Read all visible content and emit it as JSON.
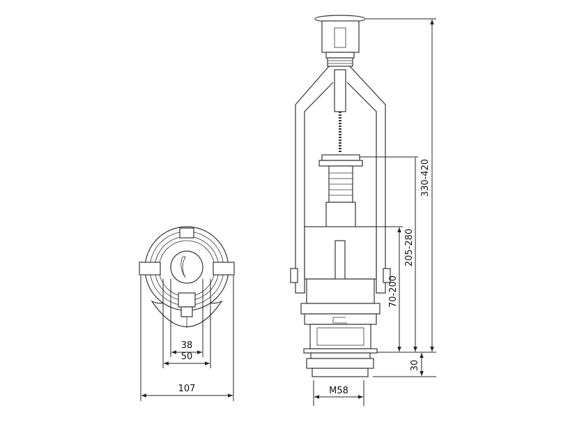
{
  "dimensions": {
    "inner_width": "38",
    "middle_width": "50",
    "overall_width": "107",
    "total_height": "330-420",
    "flange_height": "205-280",
    "float_height": "70-200",
    "thread_length": "30",
    "thread_size": "M58"
  },
  "colors": {
    "line": "#333333",
    "background": "#ffffff"
  }
}
